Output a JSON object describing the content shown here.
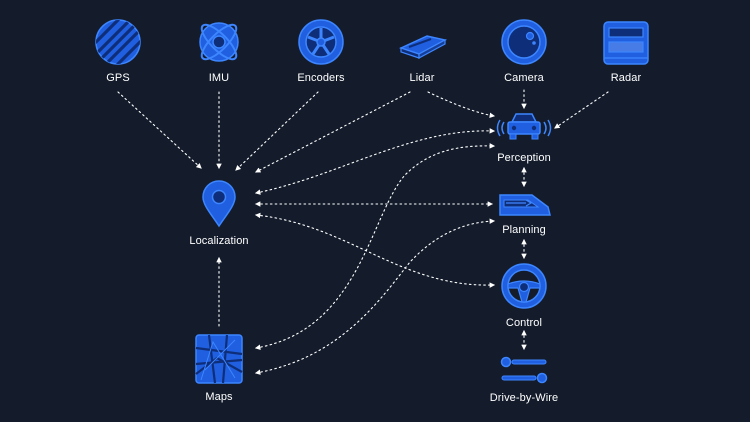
{
  "colors": {
    "background": "#141c2c",
    "icon_fill": "#1f5fe0",
    "icon_stroke": "#3d86ff",
    "icon_dark": "#0e2e7a",
    "connector": "#ffffff",
    "label_text": "#ffffff"
  },
  "nodes": {
    "gps": {
      "label": "GPS",
      "icon": "globe-icon"
    },
    "imu": {
      "label": "IMU",
      "icon": "gyroscope-icon"
    },
    "encoders": {
      "label": "Encoders",
      "icon": "wheel-icon"
    },
    "lidar": {
      "label": "Lidar",
      "icon": "lidar-sensor-icon"
    },
    "camera": {
      "label": "Camera",
      "icon": "camera-lens-icon"
    },
    "radar": {
      "label": "Radar",
      "icon": "radar-unit-icon"
    },
    "perception": {
      "label": "Perception",
      "icon": "car-sensing-icon"
    },
    "localization": {
      "label": "Localization",
      "icon": "map-pin-icon"
    },
    "planning": {
      "label": "Planning",
      "icon": "vehicle-path-icon"
    },
    "control": {
      "label": "Control",
      "icon": "steering-wheel-icon"
    },
    "maps": {
      "label": "Maps",
      "icon": "map-grid-icon"
    },
    "drive_by_wire": {
      "label": "Drive-by-Wire",
      "icon": "wire-signal-icon"
    }
  },
  "connections": [
    {
      "from": "gps",
      "to": "localization",
      "direction": "forward"
    },
    {
      "from": "imu",
      "to": "localization",
      "direction": "forward"
    },
    {
      "from": "encoders",
      "to": "localization",
      "direction": "forward"
    },
    {
      "from": "maps",
      "to": "localization",
      "direction": "forward"
    },
    {
      "from": "lidar",
      "to": "localization",
      "direction": "forward"
    },
    {
      "from": "lidar",
      "to": "perception",
      "direction": "forward"
    },
    {
      "from": "camera",
      "to": "perception",
      "direction": "forward"
    },
    {
      "from": "radar",
      "to": "perception",
      "direction": "forward"
    },
    {
      "from": "perception",
      "to": "localization",
      "direction": "both"
    },
    {
      "from": "perception",
      "to": "planning",
      "direction": "both"
    },
    {
      "from": "localization",
      "to": "planning",
      "direction": "both"
    },
    {
      "from": "localization",
      "to": "control",
      "direction": "both"
    },
    {
      "from": "planning",
      "to": "control",
      "direction": "both"
    },
    {
      "from": "control",
      "to": "drive_by_wire",
      "direction": "both"
    },
    {
      "from": "perception",
      "to": "maps",
      "direction": "both"
    },
    {
      "from": "planning",
      "to": "maps",
      "direction": "both"
    }
  ]
}
